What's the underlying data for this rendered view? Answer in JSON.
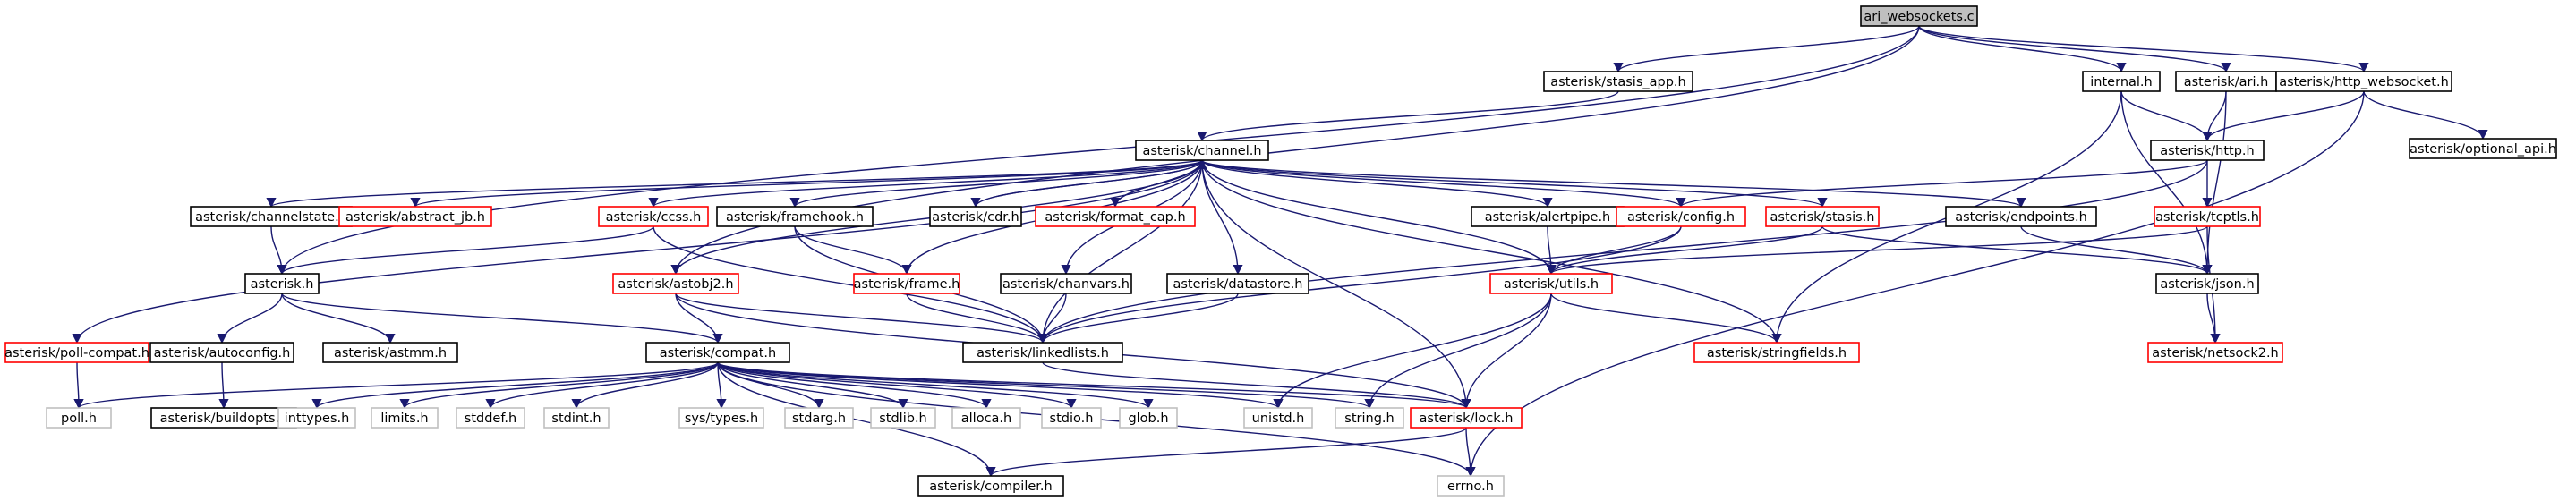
{
  "graph": {
    "colors": {
      "edge": "#191970",
      "doc_border": "#000000",
      "undoc_border": "#ff0000",
      "sys_border": "#bfbfbf",
      "root_fill": "#bfbfbf",
      "text": "#000000"
    },
    "nodes": [
      {
        "id": "ari_websockets",
        "label": "ari_websockets.c",
        "kind": "root"
      },
      {
        "id": "stasis_app",
        "label": "asterisk/stasis_app.h",
        "kind": "doc"
      },
      {
        "id": "internal",
        "label": "internal.h",
        "kind": "doc"
      },
      {
        "id": "ari",
        "label": "asterisk/ari.h",
        "kind": "doc"
      },
      {
        "id": "http_websocket",
        "label": "asterisk/http_websocket.h",
        "kind": "doc"
      },
      {
        "id": "channel",
        "label": "asterisk/channel.h",
        "kind": "doc"
      },
      {
        "id": "http",
        "label": "asterisk/http.h",
        "kind": "doc"
      },
      {
        "id": "optional_api",
        "label": "asterisk/optional_api.h",
        "kind": "doc"
      },
      {
        "id": "channelstate",
        "label": "asterisk/channelstate.h",
        "kind": "doc"
      },
      {
        "id": "abstract_jb",
        "label": "asterisk/abstract_jb.h",
        "kind": "undoc"
      },
      {
        "id": "ccss",
        "label": "asterisk/ccss.h",
        "kind": "undoc"
      },
      {
        "id": "framehook",
        "label": "asterisk/framehook.h",
        "kind": "doc"
      },
      {
        "id": "cdr",
        "label": "asterisk/cdr.h",
        "kind": "doc"
      },
      {
        "id": "format_cap",
        "label": "asterisk/format_cap.h",
        "kind": "undoc"
      },
      {
        "id": "alertpipe",
        "label": "asterisk/alertpipe.h",
        "kind": "doc"
      },
      {
        "id": "config",
        "label": "asterisk/config.h",
        "kind": "undoc"
      },
      {
        "id": "stasis",
        "label": "asterisk/stasis.h",
        "kind": "undoc"
      },
      {
        "id": "endpoints",
        "label": "asterisk/endpoints.h",
        "kind": "doc"
      },
      {
        "id": "tcptls",
        "label": "asterisk/tcptls.h",
        "kind": "undoc"
      },
      {
        "id": "asterisk_h",
        "label": "asterisk.h",
        "kind": "doc"
      },
      {
        "id": "astobj2",
        "label": "asterisk/astobj2.h",
        "kind": "undoc"
      },
      {
        "id": "frame",
        "label": "asterisk/frame.h",
        "kind": "undoc"
      },
      {
        "id": "chanvars",
        "label": "asterisk/chanvars.h",
        "kind": "doc"
      },
      {
        "id": "datastore",
        "label": "asterisk/datastore.h",
        "kind": "doc"
      },
      {
        "id": "utils",
        "label": "asterisk/utils.h",
        "kind": "undoc"
      },
      {
        "id": "json",
        "label": "asterisk/json.h",
        "kind": "doc"
      },
      {
        "id": "poll_compat",
        "label": "asterisk/poll-compat.h",
        "kind": "undoc"
      },
      {
        "id": "autoconfig",
        "label": "asterisk/autoconfig.h",
        "kind": "doc"
      },
      {
        "id": "astmm",
        "label": "asterisk/astmm.h",
        "kind": "doc"
      },
      {
        "id": "compat",
        "label": "asterisk/compat.h",
        "kind": "doc"
      },
      {
        "id": "linkedlists",
        "label": "asterisk/linkedlists.h",
        "kind": "doc"
      },
      {
        "id": "stringfields",
        "label": "asterisk/stringfields.h",
        "kind": "undoc"
      },
      {
        "id": "netsock2",
        "label": "asterisk/netsock2.h",
        "kind": "undoc"
      },
      {
        "id": "poll",
        "label": "poll.h",
        "kind": "sys"
      },
      {
        "id": "buildopts",
        "label": "asterisk/buildopts.h",
        "kind": "doc"
      },
      {
        "id": "inttypes",
        "label": "inttypes.h",
        "kind": "sys"
      },
      {
        "id": "limits",
        "label": "limits.h",
        "kind": "sys"
      },
      {
        "id": "stddef",
        "label": "stddef.h",
        "kind": "sys"
      },
      {
        "id": "stdint",
        "label": "stdint.h",
        "kind": "sys"
      },
      {
        "id": "systypes",
        "label": "sys/types.h",
        "kind": "sys"
      },
      {
        "id": "stdarg",
        "label": "stdarg.h",
        "kind": "sys"
      },
      {
        "id": "stdlib",
        "label": "stdlib.h",
        "kind": "sys"
      },
      {
        "id": "alloca",
        "label": "alloca.h",
        "kind": "sys"
      },
      {
        "id": "stdio",
        "label": "stdio.h",
        "kind": "sys"
      },
      {
        "id": "glob",
        "label": "glob.h",
        "kind": "sys"
      },
      {
        "id": "unistd",
        "label": "unistd.h",
        "kind": "sys"
      },
      {
        "id": "string_h",
        "label": "string.h",
        "kind": "sys"
      },
      {
        "id": "lock",
        "label": "asterisk/lock.h",
        "kind": "undoc"
      },
      {
        "id": "compiler",
        "label": "asterisk/compiler.h",
        "kind": "doc"
      },
      {
        "id": "errno",
        "label": "errno.h",
        "kind": "sys"
      }
    ],
    "edges": [
      [
        "ari_websockets",
        "stasis_app"
      ],
      [
        "ari_websockets",
        "internal"
      ],
      [
        "ari_websockets",
        "ari"
      ],
      [
        "ari_websockets",
        "http_websocket"
      ],
      [
        "ari_websockets",
        "asterisk_h"
      ],
      [
        "ari_websockets",
        "astobj2"
      ],
      [
        "stasis_app",
        "channel"
      ],
      [
        "internal",
        "http"
      ],
      [
        "internal",
        "json"
      ],
      [
        "internal",
        "stringfields"
      ],
      [
        "ari",
        "http"
      ],
      [
        "ari",
        "json"
      ],
      [
        "http_websocket",
        "http"
      ],
      [
        "http_websocket",
        "optional_api"
      ],
      [
        "http_websocket",
        "errno"
      ],
      [
        "http",
        "config"
      ],
      [
        "http",
        "tcptls"
      ],
      [
        "http",
        "linkedlists"
      ],
      [
        "tcptls",
        "utils"
      ],
      [
        "tcptls",
        "netsock2"
      ],
      [
        "channel",
        "channelstate"
      ],
      [
        "channel",
        "abstract_jb"
      ],
      [
        "channel",
        "ccss"
      ],
      [
        "channel",
        "framehook"
      ],
      [
        "channel",
        "cdr"
      ],
      [
        "channel",
        "format_cap"
      ],
      [
        "channel",
        "alertpipe"
      ],
      [
        "channel",
        "config"
      ],
      [
        "channel",
        "stasis"
      ],
      [
        "channel",
        "endpoints"
      ],
      [
        "channel",
        "poll_compat"
      ],
      [
        "channel",
        "astobj2"
      ],
      [
        "channel",
        "frame"
      ],
      [
        "channel",
        "chanvars"
      ],
      [
        "channel",
        "datastore"
      ],
      [
        "channel",
        "utils"
      ],
      [
        "channel",
        "linkedlists"
      ],
      [
        "channel",
        "lock"
      ],
      [
        "channel",
        "stringfields"
      ],
      [
        "channelstate",
        "asterisk_h"
      ],
      [
        "ccss",
        "asterisk_h"
      ],
      [
        "ccss",
        "linkedlists"
      ],
      [
        "framehook",
        "frame"
      ],
      [
        "framehook",
        "linkedlists"
      ],
      [
        "cdr",
        "channel"
      ],
      [
        "format_cap",
        "channel"
      ],
      [
        "alertpipe",
        "utils"
      ],
      [
        "config",
        "utils"
      ],
      [
        "config",
        "linkedlists"
      ],
      [
        "stasis",
        "utils"
      ],
      [
        "stasis",
        "json"
      ],
      [
        "endpoints",
        "json"
      ],
      [
        "json",
        "netsock2"
      ],
      [
        "asterisk_h",
        "autoconfig"
      ],
      [
        "asterisk_h",
        "astmm"
      ],
      [
        "asterisk_h",
        "compat"
      ],
      [
        "autoconfig",
        "buildopts"
      ],
      [
        "astobj2",
        "compat"
      ],
      [
        "astobj2",
        "linkedlists"
      ],
      [
        "astobj2",
        "lock"
      ],
      [
        "frame",
        "linkedlists"
      ],
      [
        "chanvars",
        "linkedlists"
      ],
      [
        "datastore",
        "linkedlists"
      ],
      [
        "linkedlists",
        "lock"
      ],
      [
        "utils",
        "unistd"
      ],
      [
        "utils",
        "string_h"
      ],
      [
        "utils",
        "lock"
      ],
      [
        "utils",
        "stringfields"
      ],
      [
        "compat",
        "poll"
      ],
      [
        "compat",
        "inttypes"
      ],
      [
        "compat",
        "limits"
      ],
      [
        "compat",
        "stddef"
      ],
      [
        "compat",
        "stdint"
      ],
      [
        "compat",
        "systypes"
      ],
      [
        "compat",
        "stdarg"
      ],
      [
        "compat",
        "stdlib"
      ],
      [
        "compat",
        "alloca"
      ],
      [
        "compat",
        "stdio"
      ],
      [
        "compat",
        "glob"
      ],
      [
        "compat",
        "unistd"
      ],
      [
        "compat",
        "string_h"
      ],
      [
        "compat",
        "lock"
      ],
      [
        "compat",
        "compiler"
      ],
      [
        "compat",
        "errno"
      ],
      [
        "poll_compat",
        "poll"
      ],
      [
        "lock",
        "compiler"
      ],
      [
        "lock",
        "errno"
      ]
    ]
  }
}
